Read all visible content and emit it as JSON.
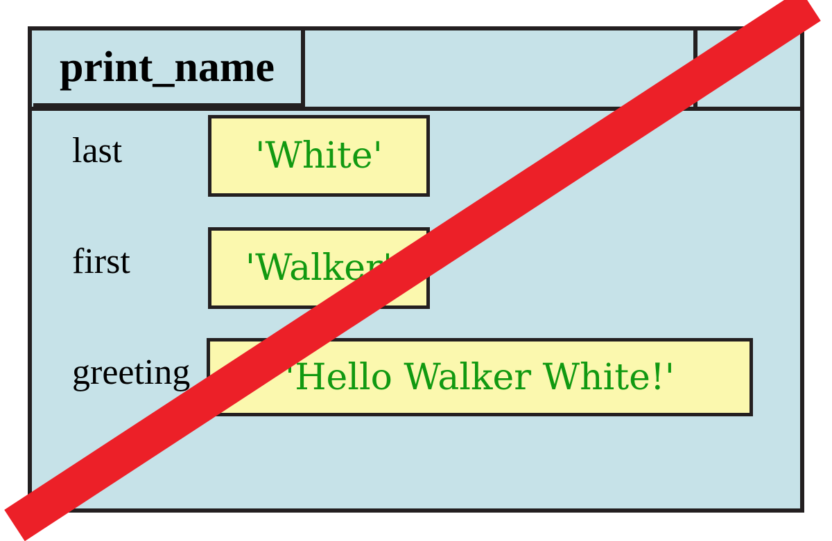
{
  "diagram": {
    "type": "call-frame",
    "title": "print_name",
    "colors": {
      "frame_fill": "#c6e2e8",
      "frame_border": "#231f20",
      "value_fill": "#fbf8ae",
      "value_border": "#231f20",
      "value_text": "#119911",
      "label_text": "#000000",
      "strike": "#ec2028"
    },
    "rows": [
      {
        "label": "last",
        "value": "'White'"
      },
      {
        "label": "first",
        "value": "'Walker'"
      },
      {
        "label": "greeting",
        "value": "'Hello Walker White!'"
      }
    ],
    "annotation": {
      "name": "strike-through",
      "shape": "diagonal-bar",
      "color": "#ec2028",
      "meaning": "frame crossed out / deleted"
    }
  }
}
